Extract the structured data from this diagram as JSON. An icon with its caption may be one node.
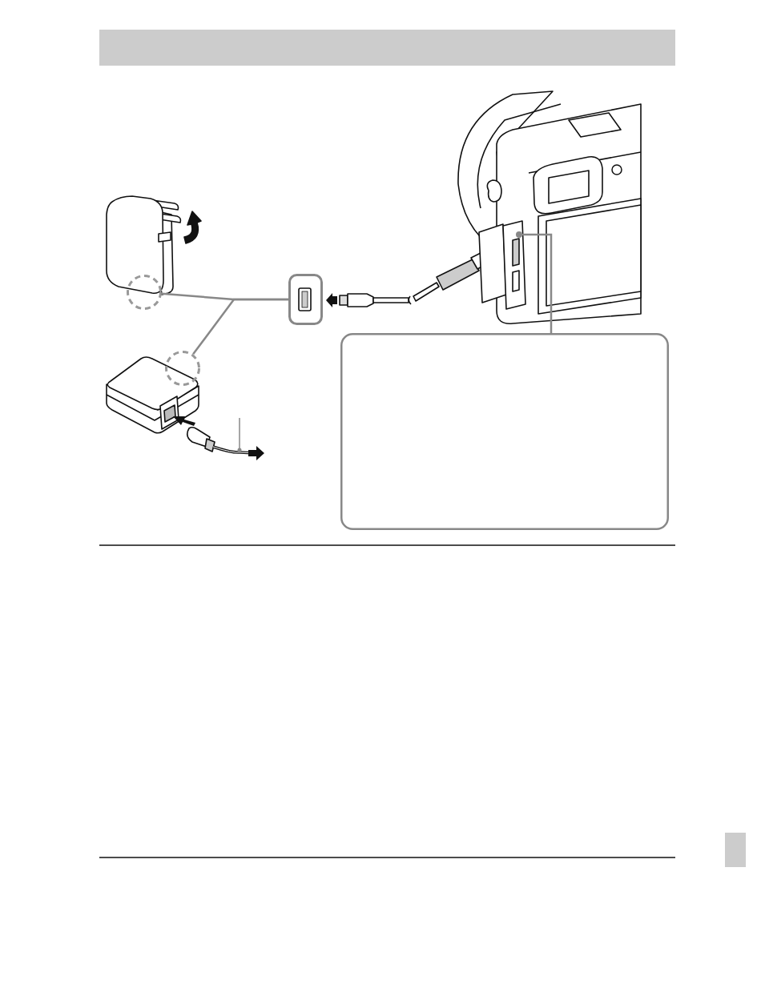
{
  "diagram": {
    "nodes": [
      {
        "text": [],
        "shape": "circle"
      },
      {
        "text": [],
        "shape": "circle"
      },
      {
        "text": [],
        "shape": "box"
      },
      {
        "text": [],
        "shape": "box"
      },
      {
        "text": [],
        "shape": "circle"
      }
    ],
    "edges": [
      {
        "from": 2,
        "to": 0,
        "arrow": "none"
      },
      {
        "from": 2,
        "to": 1,
        "arrow": "none"
      },
      {
        "from": 3,
        "to": 4,
        "arrow": "none"
      }
    ]
  }
}
